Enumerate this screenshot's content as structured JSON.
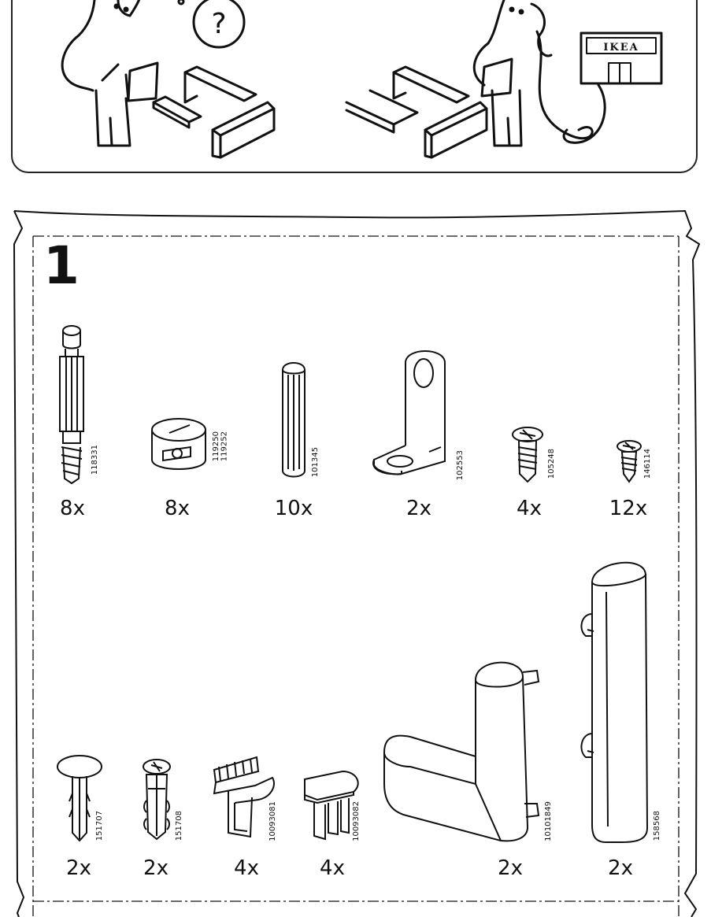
{
  "header": {
    "help_symbol": "?",
    "store_sign": "IKEA"
  },
  "step": {
    "number": "1"
  },
  "parts_row1": [
    {
      "id": "cam-bolt",
      "qty": "8x",
      "part_no": "118331"
    },
    {
      "id": "cam-lock",
      "qty": "8x",
      "part_no_lines": [
        "119250",
        "119252"
      ]
    },
    {
      "id": "wood-dowel",
      "qty": "10x",
      "part_no": "101345"
    },
    {
      "id": "angle-bracket",
      "qty": "2x",
      "part_no": "102553"
    },
    {
      "id": "screw-large",
      "qty": "4x",
      "part_no": "105248"
    },
    {
      "id": "screw-small",
      "qty": "12x",
      "part_no": "146114"
    }
  ],
  "parts_row2": [
    {
      "id": "shelf-pin",
      "qty": "2x",
      "part_no": "151707"
    },
    {
      "id": "wall-plug",
      "qty": "2x",
      "part_no": "151708"
    },
    {
      "id": "clip-connector",
      "qty": "4x",
      "part_no": "10093081"
    },
    {
      "id": "end-cap",
      "qty": "4x",
      "part_no": "10093082"
    },
    {
      "id": "corner-handle",
      "qty": "2x",
      "part_no": "10101849"
    },
    {
      "id": "bar-handle",
      "qty": "2x",
      "part_no": "158568"
    }
  ]
}
